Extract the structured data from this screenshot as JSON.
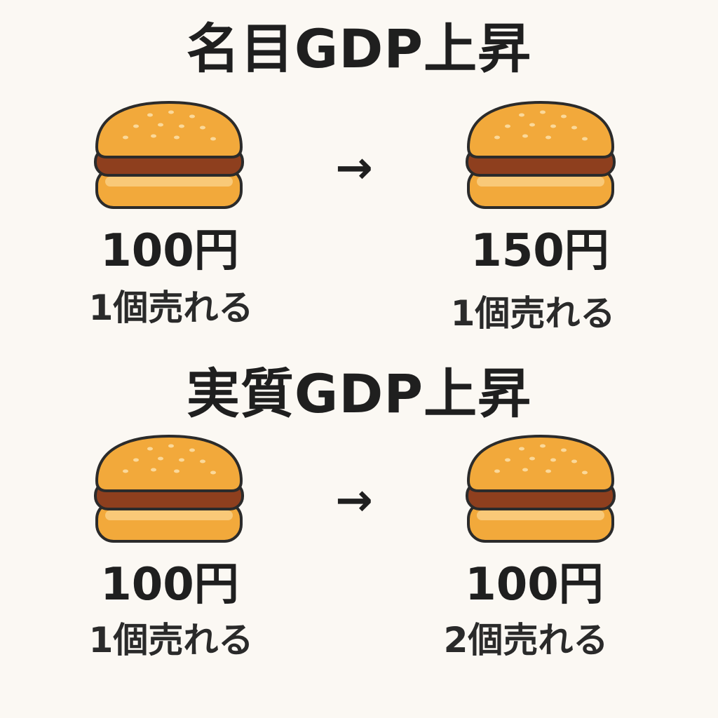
{
  "sections": [
    {
      "title": "名目GDP上昇",
      "arrow": "→",
      "before": {
        "price": "100円",
        "qty": "1個売れる"
      },
      "after": {
        "price": "150円",
        "qty": "1個売れる"
      }
    },
    {
      "title": "実質GDP上昇",
      "arrow": "→",
      "before": {
        "price": "100円",
        "qty": "1個売れる"
      },
      "after": {
        "price": "100円",
        "qty": "2個売れる"
      }
    }
  ],
  "colors": {
    "background": "#fbf8f3",
    "bun": "#f2a93b",
    "bun_light": "#f9c978",
    "patty": "#8e3f1e",
    "outline": "#2b2b2b",
    "seed": "#fbd99a"
  },
  "icons": [
    "hamburger-icon",
    "right-arrow-icon"
  ]
}
